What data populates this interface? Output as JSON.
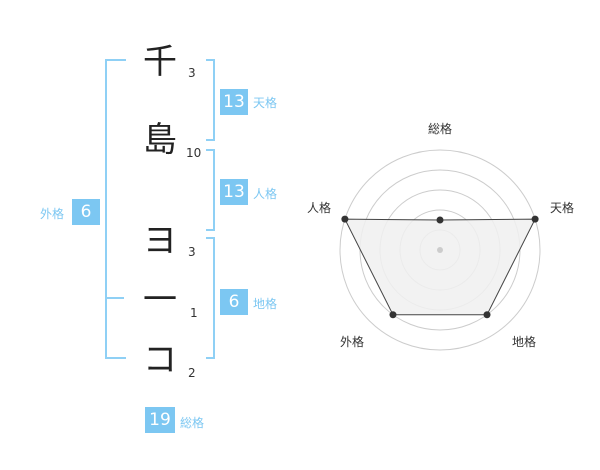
{
  "name_chars": [
    {
      "char": "千",
      "strokes": "3"
    },
    {
      "char": "島",
      "strokes": "10"
    },
    {
      "char": "ヨ",
      "strokes": "3"
    },
    {
      "char": "一",
      "strokes": "1"
    },
    {
      "char": "コ",
      "strokes": "2"
    }
  ],
  "fortunes": {
    "tenkaku": {
      "value": "13",
      "label": "天格"
    },
    "jinkaku": {
      "value": "13",
      "label": "人格"
    },
    "chikaku": {
      "value": "6",
      "label": "地格"
    },
    "gaikaku": {
      "value": "6",
      "label": "外格"
    },
    "soukaku": {
      "value": "19",
      "label": "総格"
    }
  },
  "radar": {
    "axes": [
      "総格",
      "天格",
      "地格",
      "外格",
      "人格"
    ],
    "levels": [
      0.3,
      1.0,
      0.8,
      0.8,
      1.0
    ]
  },
  "colors": {
    "accent": "#7cc7f2",
    "bracket": "#8fd0f5",
    "grid": "#cccccc",
    "polygon_fill": "#f0f0f0",
    "polygon_stroke": "#444444"
  }
}
